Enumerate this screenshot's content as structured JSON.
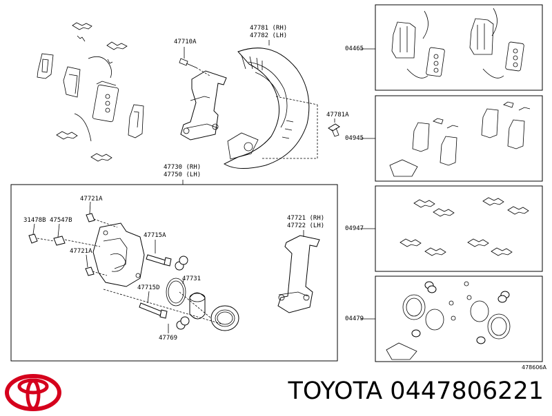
{
  "labels": {
    "p47710A": "47710A",
    "p47781_rh": "47781 (RH)",
    "p47782_lh": "47782 (LH)",
    "p47781A": "47781A",
    "p47730_rh": "47730 (RH)",
    "p47750_lh": "47750 (LH)",
    "p47721A_top": "47721A",
    "p31478B": "31478B",
    "p47547B": "47547B",
    "p47715A": "47715A",
    "p47721A_mid": "47721A",
    "p47731": "47731",
    "p47715D": "47715D",
    "p47769": "47769",
    "p47721_rh": "47721 (RH)",
    "p47722_lh": "47722 (LH)"
  },
  "kits": {
    "k04465": "04465",
    "k04945": "04945",
    "k04947": "04947",
    "k04479": "04479"
  },
  "diagram_code": "478606A",
  "brand_text": "TOYOTA 0447806221",
  "colors": {
    "ink": "#000000",
    "background": "#ffffff"
  }
}
